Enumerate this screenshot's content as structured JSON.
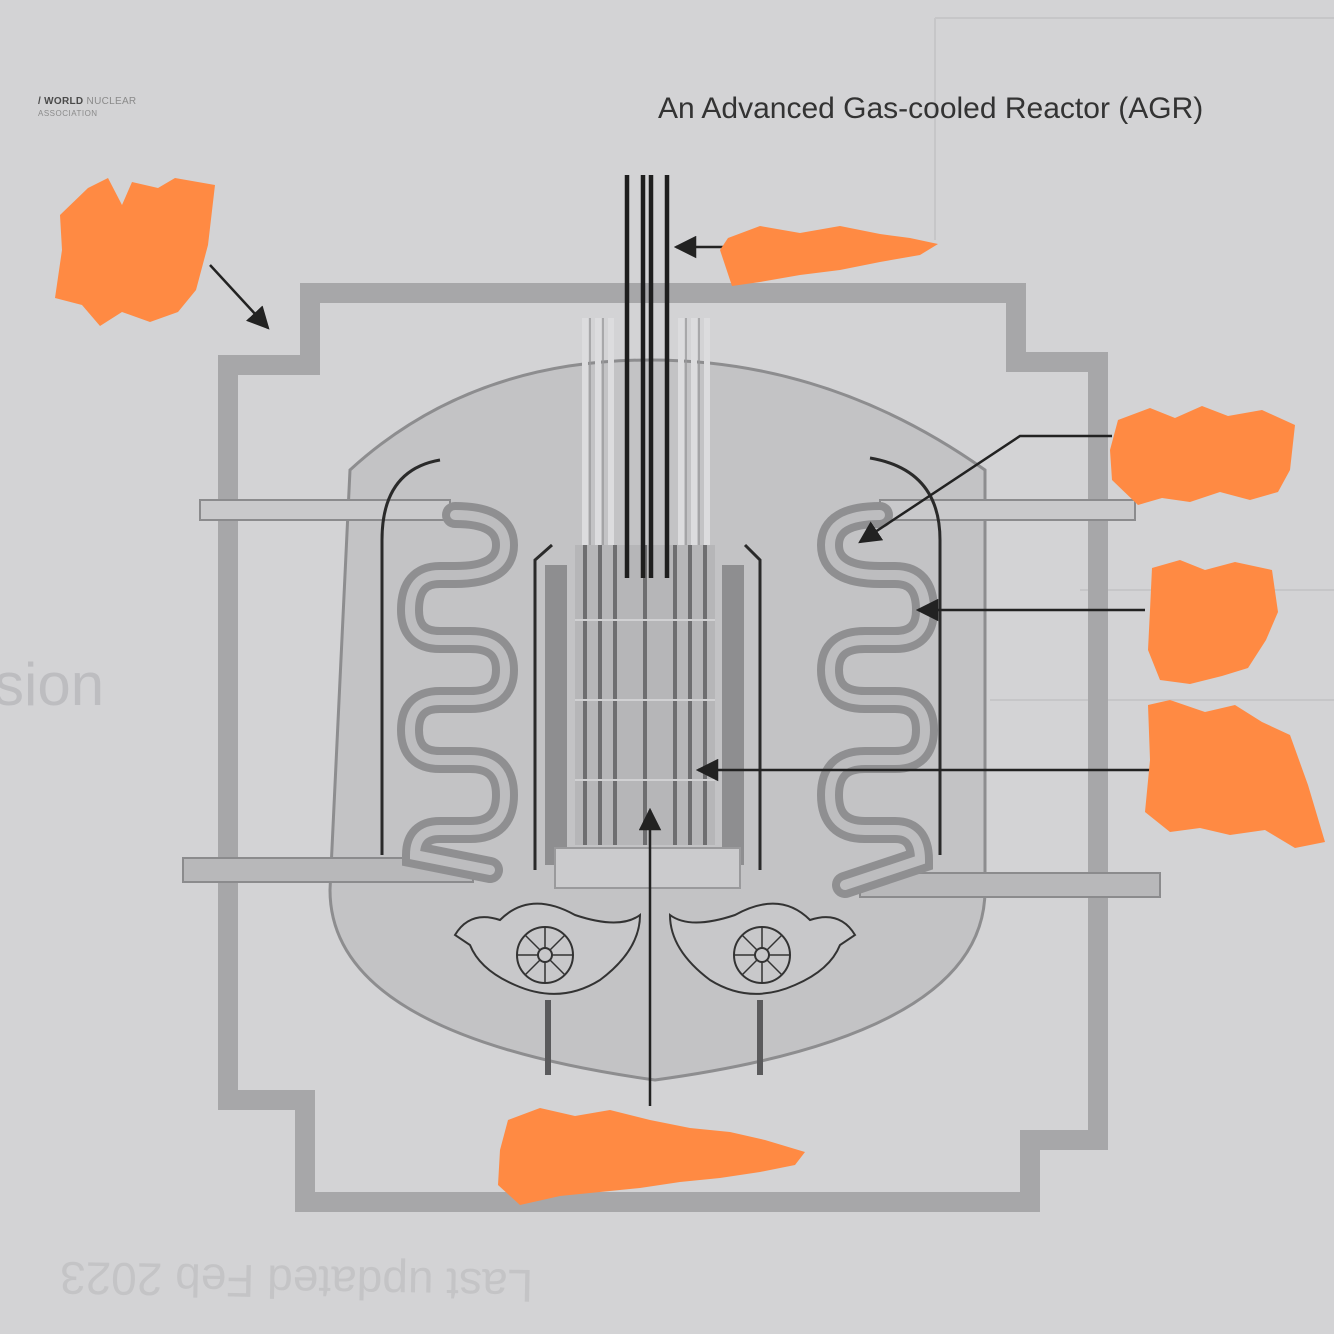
{
  "header": {
    "logo_line1_bold": "WORLD",
    "logo_line1_rest": "NUCLEAR",
    "logo_line2": "ASSOCIATION",
    "title": "An Advanced Gas-cooled Reactor (AGR)"
  },
  "background_text": {
    "left_margin": "sion",
    "bottom_mirrored": "Last updated Feb 2023"
  },
  "labels": {
    "count": 6,
    "note": ""
  },
  "colors": {
    "paper": "#d3d3d5",
    "structure": "#a9a9ab",
    "vessel": "#c1c1c3",
    "dark_line": "#222222",
    "redaction": "#ff8a43"
  }
}
